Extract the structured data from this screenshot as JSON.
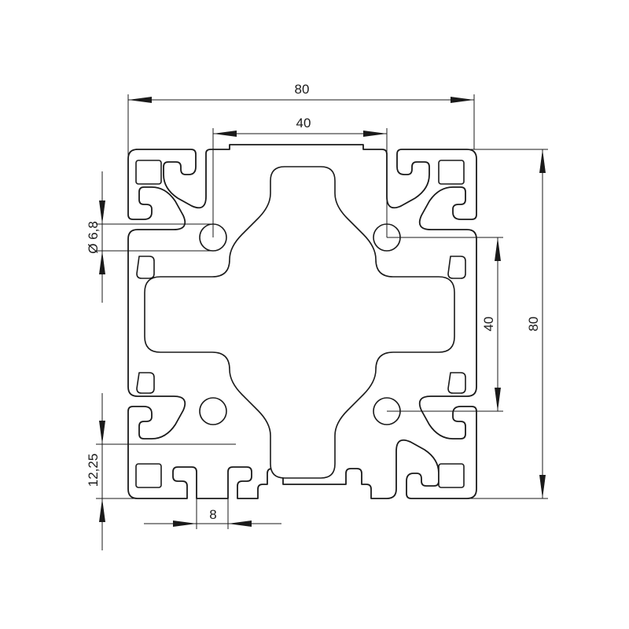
{
  "drawing": {
    "dimensions": {
      "overall_width": "80",
      "slot_spacing_width": "40",
      "overall_height": "80",
      "hole_spacing_height": "40",
      "bore_diameter": "Ø 6,8",
      "slot_offset": "12,25",
      "slot_opening": "8"
    },
    "line_color": "#1a1a1a",
    "background_color": "#ffffff"
  }
}
